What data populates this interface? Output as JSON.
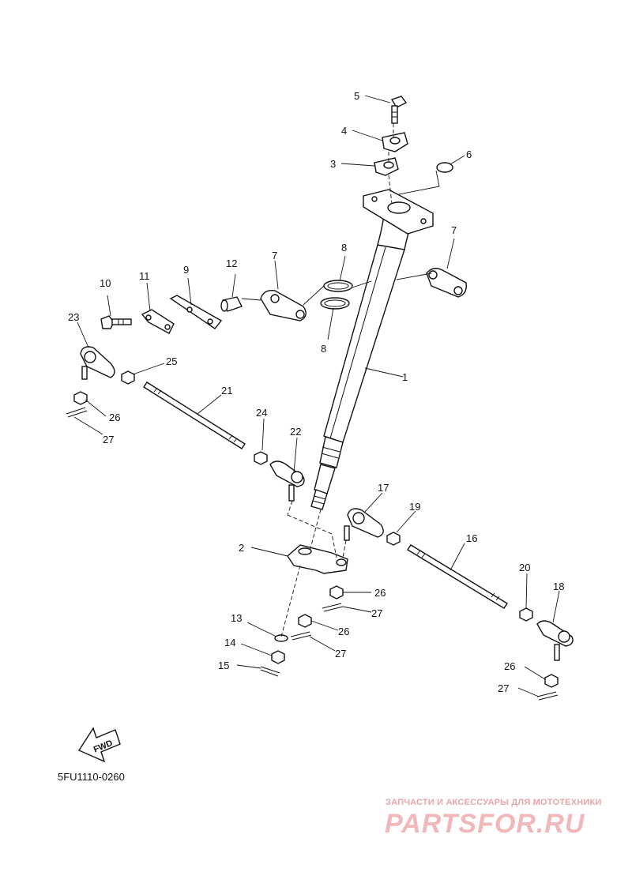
{
  "callouts": [
    "1",
    "2",
    "3",
    "4",
    "5",
    "6",
    "7",
    "7",
    "8",
    "8",
    "9",
    "10",
    "11",
    "12",
    "13",
    "14",
    "15",
    "16",
    "17",
    "18",
    "19",
    "20",
    "21",
    "22",
    "23",
    "24",
    "25",
    "26",
    "26",
    "26",
    "26",
    "27",
    "27",
    "27",
    "27"
  ],
  "fwd_label": "FWD",
  "reference_code": "5FU1110-0260",
  "watermark": {
    "tagline": "ЗАПЧАСТИ И АКСЕССУАРЫ ДЛЯ МОТОТЕХНИКИ",
    "logo": "PARTSFOR.RU"
  }
}
